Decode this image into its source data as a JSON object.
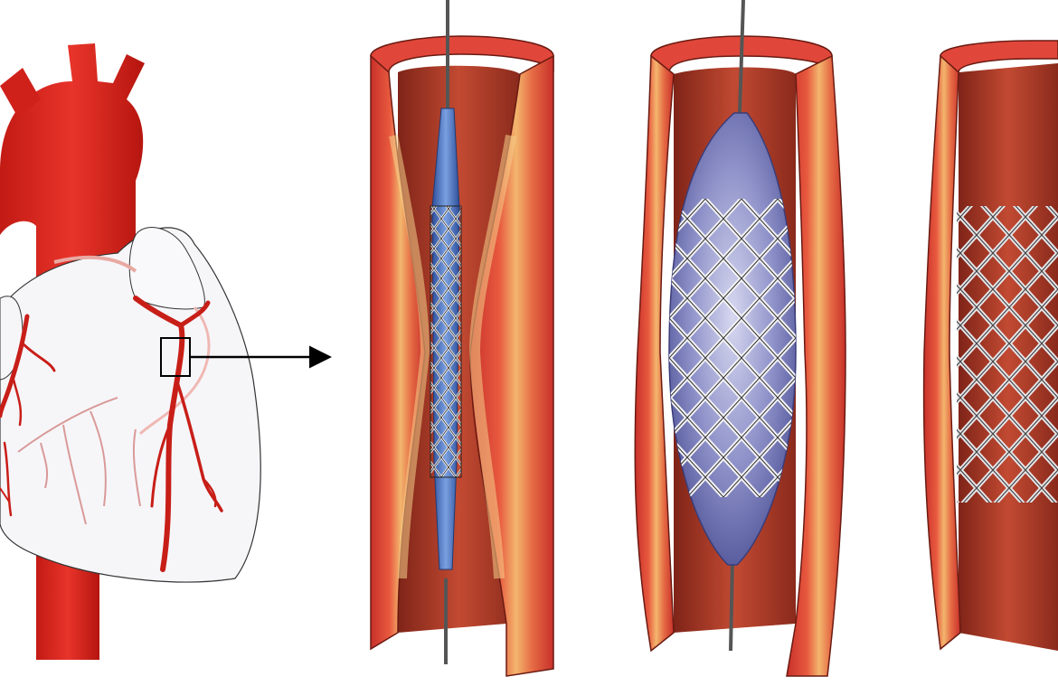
{
  "figure": {
    "panels": [
      {
        "id": "heart",
        "kind": "illustration",
        "subject": "heart-with-coronary-arteries"
      },
      {
        "id": "stage-1",
        "kind": "illustration",
        "subject": "catheter-with-crimped-stent-in-narrowed-artery"
      },
      {
        "id": "stage-2",
        "kind": "illustration",
        "subject": "inflated-balloon-expanding-stent"
      },
      {
        "id": "stage-3",
        "kind": "illustration",
        "subject": "expanded-stent-in-open-artery"
      }
    ],
    "colors": {
      "artery": "#d9281e",
      "vessel_wall_outer": "#d9443a",
      "vessel_wall_inner_highlight": "#f5c27a",
      "lumen": "#b8452f",
      "balloon": "#6f73b8",
      "stent_mesh": "#e8e8ee",
      "heart_fill": "#f6f6f9",
      "outline": "#1a1a1a"
    },
    "arrow_icon": "right-arrow-icon",
    "magnify_box_icon": "zoom-region-icon"
  }
}
